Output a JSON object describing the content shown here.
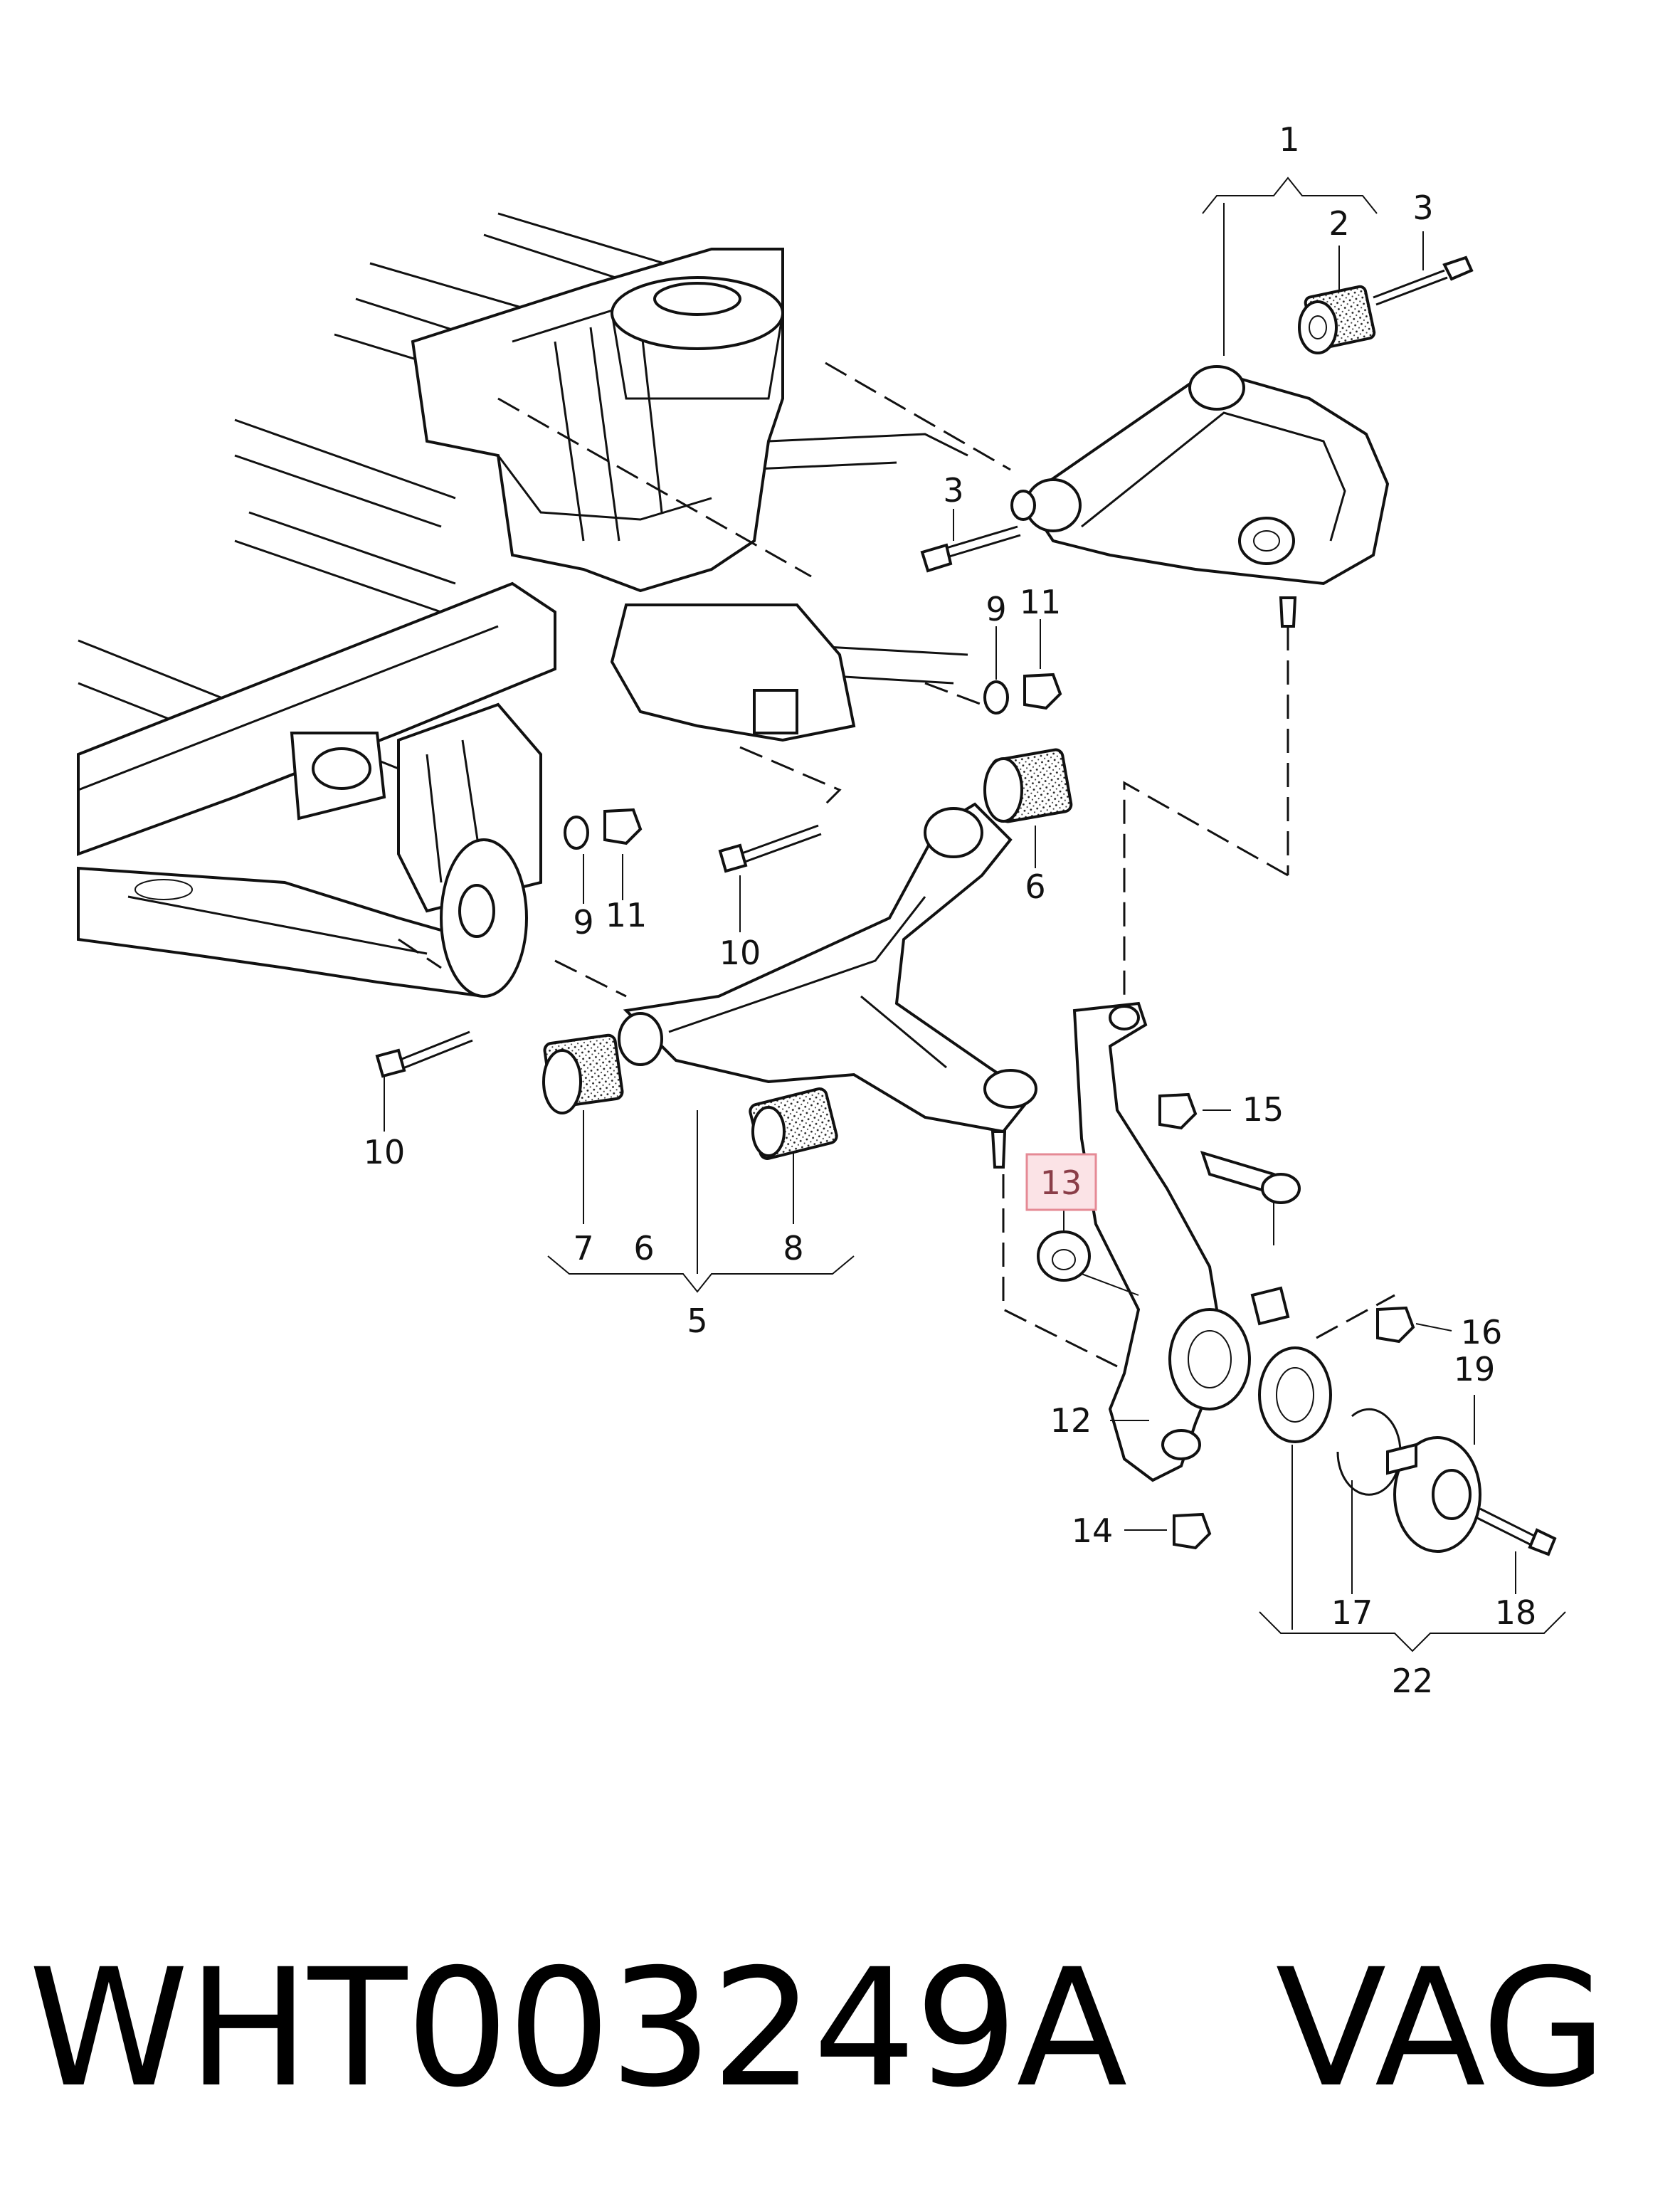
{
  "diagram": {
    "callouts": [
      {
        "id": "c1",
        "label": "1"
      },
      {
        "id": "c2",
        "label": "2"
      },
      {
        "id": "c3a",
        "label": "3"
      },
      {
        "id": "c3b",
        "label": "3"
      },
      {
        "id": "c9a",
        "label": "9"
      },
      {
        "id": "c11a",
        "label": "11"
      },
      {
        "id": "c6a",
        "label": "6"
      },
      {
        "id": "c9b",
        "label": "9"
      },
      {
        "id": "c11b",
        "label": "11"
      },
      {
        "id": "c10a",
        "label": "10"
      },
      {
        "id": "c15",
        "label": "15"
      },
      {
        "id": "c10b",
        "label": "10"
      },
      {
        "id": "c13",
        "label": "13",
        "highlighted": true
      },
      {
        "id": "c7",
        "label": "7"
      },
      {
        "id": "c6b",
        "label": "6"
      },
      {
        "id": "c8",
        "label": "8"
      },
      {
        "id": "c5",
        "label": "5"
      },
      {
        "id": "c16",
        "label": "16"
      },
      {
        "id": "c19",
        "label": "19"
      },
      {
        "id": "c12",
        "label": "12"
      },
      {
        "id": "c14",
        "label": "14"
      },
      {
        "id": "c17",
        "label": "17"
      },
      {
        "id": "c18",
        "label": "18"
      },
      {
        "id": "c22",
        "label": "22"
      }
    ],
    "highlight_color": "#fbe3e6"
  },
  "footer": {
    "part_number": "WHT003249A",
    "brand": "VAG"
  }
}
